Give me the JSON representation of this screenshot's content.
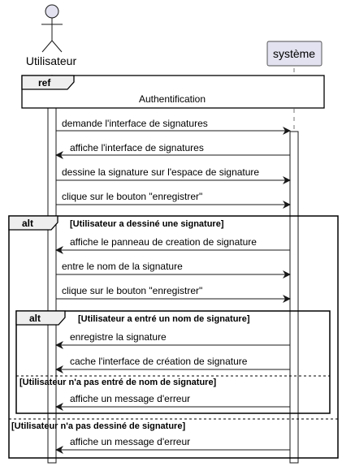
{
  "participants": {
    "actor": "Utilisateur",
    "system": "système"
  },
  "ref": {
    "tag": "ref",
    "text": "Authentification"
  },
  "alt_outer": {
    "tag": "alt",
    "condition": "[Utilisateur a dessiné une signature]",
    "else_condition": "[Utilisateur n'a pas dessiné de signature]"
  },
  "alt_inner": {
    "tag": "alt",
    "condition": "[Utilisateur a entré un nom de signature]",
    "else_condition": "[Utilisateur n'a pas entré de nom de signature]"
  },
  "messages": [
    {
      "label": "demande l'interface de signatures",
      "direction": "to-system"
    },
    {
      "label": "affiche l'interface de signatures",
      "direction": "to-actor"
    },
    {
      "label": "dessine la signature sur l'espace de signature",
      "direction": "to-system"
    },
    {
      "label": "clique sur le bouton \"enregistrer\"",
      "direction": "to-system"
    },
    {
      "label": "affiche le panneau de creation de signature",
      "direction": "to-actor"
    },
    {
      "label": "entre le nom de la signature",
      "direction": "to-system"
    },
    {
      "label": "clique sur le bouton \"enregistrer\"",
      "direction": "to-system"
    },
    {
      "label": "enregistre la signature",
      "direction": "to-actor"
    },
    {
      "label": "cache l'interface de création de signature",
      "direction": "to-actor"
    },
    {
      "label": "affiche un message d'erreur",
      "direction": "to-actor"
    },
    {
      "label": "affiche un message d'erreur",
      "direction": "to-actor"
    }
  ],
  "colors": {
    "participant_fill": "#e2e2f0",
    "participant_stroke": "#181818",
    "lifeline": "#181818",
    "frame_tag_fill": "#eeeeee",
    "activation_fill": "#ffffff"
  }
}
